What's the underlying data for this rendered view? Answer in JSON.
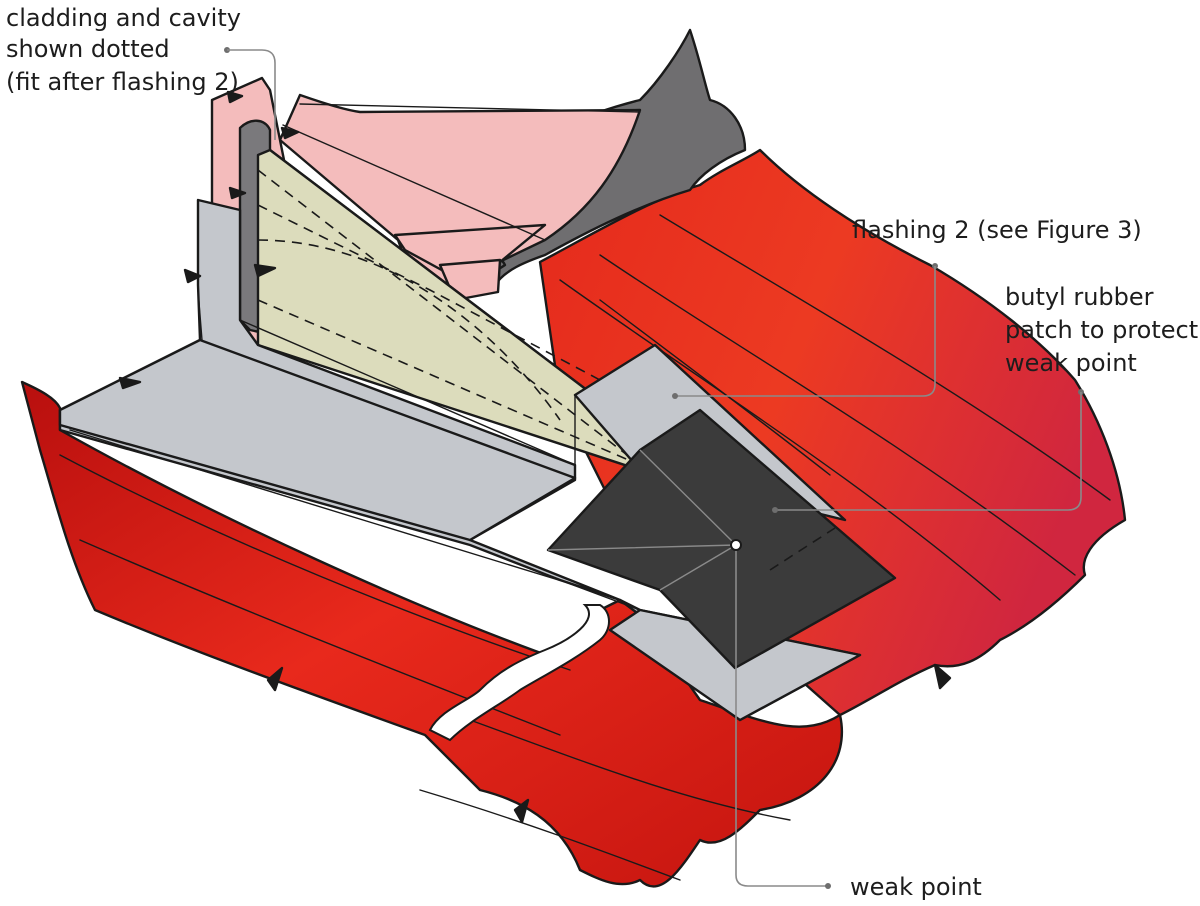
{
  "labels": {
    "cladding_line1": "cladding and cavity",
    "cladding_line2": "shown dotted",
    "cladding_line3": "(fit after flashing 2)",
    "flashing2": "flashing 2 (see Figure 3)",
    "butyl_line1": "butyl rubber",
    "butyl_line2": "patch to protect",
    "butyl_line3": "weak point",
    "weak_point": "weak point"
  },
  "colors": {
    "roof_red": "#e2251b",
    "roof_red_dark": "#b8110f",
    "flashing_grey": "#c4c7cc",
    "cladding_pink": "#f4bcbc",
    "cavity_green": "#dcdcbc",
    "wall_dark_grey": "#6f6e70",
    "butyl_dark": "#3b3b3b",
    "leader_grey": "#8a8a8a"
  }
}
